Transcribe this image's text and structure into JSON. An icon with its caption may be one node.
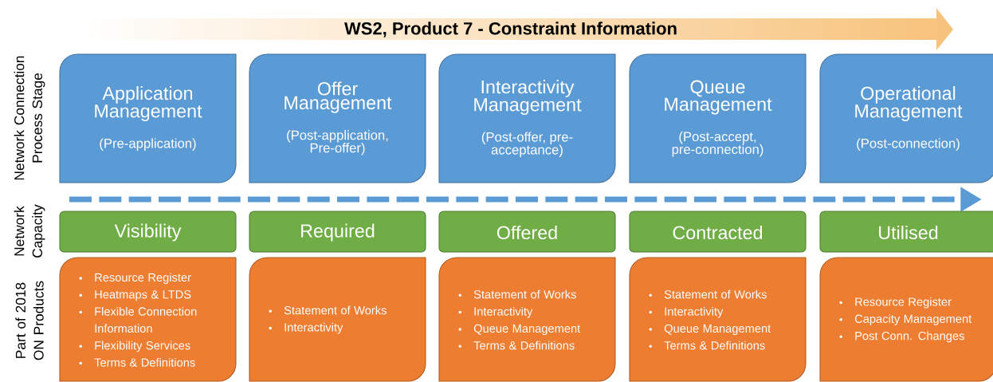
{
  "diagram": {
    "title": "WS2, Product 7 - Constraint Information",
    "nodes": [
      {
        "text": [
          "Application Management",
          "(Pre-application)"
        ]
      },
      {
        "text": [
          "Offer Management",
          "(Post-application, Pre-offer)"
        ]
      },
      {
        "text": [
          "Interactivity Management",
          "(Post-offer, pre-acceptance)"
        ]
      },
      {
        "text": [
          "Queue Management",
          "(Post-accept, pre-connection)"
        ]
      },
      {
        "text": [
          "Operational Management",
          "(Post-connection)"
        ]
      },
      {
        "text": [
          "Visibility"
        ]
      },
      {
        "text": [
          "Required"
        ]
      },
      {
        "text": [
          "Offered"
        ]
      },
      {
        "text": [
          "Contracted"
        ]
      },
      {
        "text": [
          "Utilised"
        ]
      },
      {
        "text": [
          "Resource Register",
          "Heatmaps & LTDS",
          "Flexible Connection Information",
          "Flexibility Services",
          "Terms & Definitions"
        ]
      },
      {
        "text": [
          "Statement of Works",
          "Interactivity"
        ]
      },
      {
        "text": [
          "Statement of Works",
          "Interactivity",
          "Queue Management",
          "Terms & Definitions"
        ]
      },
      {
        "text": [
          "Statement of Works",
          "Interactivity",
          "Queue Management",
          "Terms & Definitions"
        ]
      },
      {
        "text": [
          "Resource Register",
          "Capacity Management",
          "Post Conn. Changes"
        ]
      }
    ],
    "labels": [
      "Network Connection Process Stage",
      "Network Capacity",
      "Part of 2018 ON Products"
    ]
  }
}
